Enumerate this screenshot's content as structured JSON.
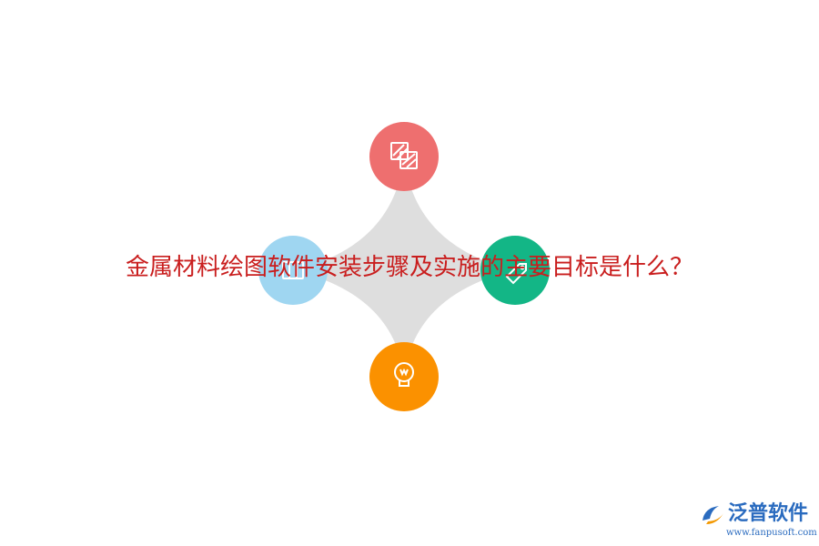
{
  "title": "金属材料绘图软件安装步骤及实施的主要目标是什么？",
  "colors": {
    "title": "#c91e1e",
    "star": "#dedede",
    "node_top": "#ee6f6f",
    "node_right": "#13b686",
    "node_bottom": "#fb9100",
    "node_left": "#9fd6f1",
    "logo_blue": "#2a6bbf",
    "logo_orange": "#f39800"
  },
  "nodes": [
    {
      "id": "top",
      "icon": "layers-stripe-icon"
    },
    {
      "id": "right",
      "icon": "tag-icon"
    },
    {
      "id": "bottom",
      "icon": "lightbulb-icon"
    },
    {
      "id": "left",
      "icon": "panel-icon"
    }
  ],
  "logo": {
    "name": "泛普软件",
    "url": "www.fanpusoft.com"
  }
}
